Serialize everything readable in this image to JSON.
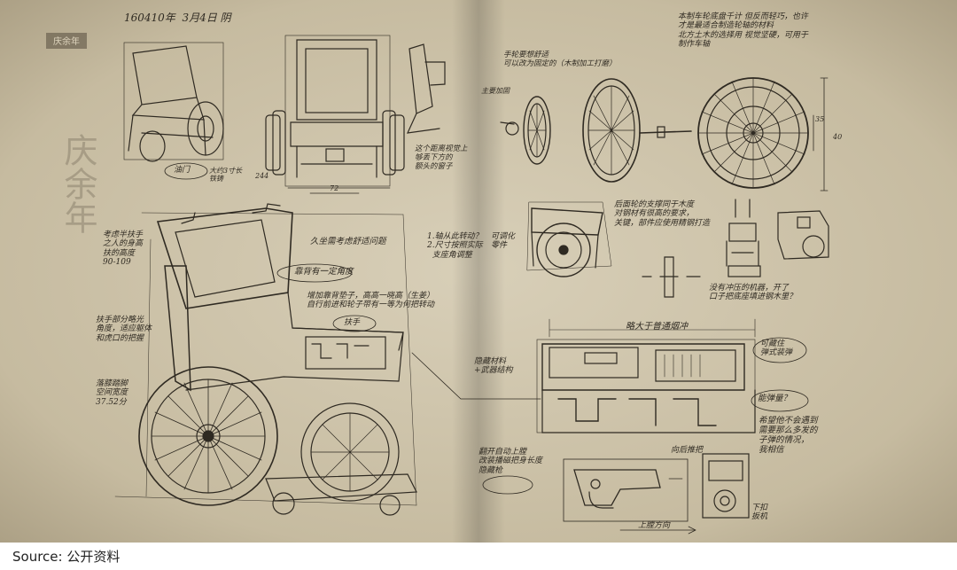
{
  "image": {
    "paper_color": "#c9bfa6",
    "ink_color": "#2f2a22",
    "seal_text": "庆余年",
    "watermark_text": "庆余年"
  },
  "notes": {
    "date": "160410年  3月4日 阴",
    "dim_244": "244",
    "dim_72": "72",
    "left_lever": "油门",
    "left_lever_note": "大约3寸长\n铁铸",
    "back_bar": "这个距离视觉上\n够丢下方的\n额头的窗子",
    "armrest_height": "考虑半扶手\n之人的身高\n扶的高度\n90-109",
    "armrest_curve": "扶手部分略光\n角度，适应躯体\n和虎口的把握",
    "knee_curve": "落膝踏脚\n空间宽度\n37.52分",
    "seat_comfort": "久坐需考虑舒适问题",
    "back_angle": "靠背有一定角度",
    "add_backrest": "增加靠背垫子，高高一晓高（生姜）\n自行前进和轮子带有一等为何把转动",
    "armrest_label": "扶手",
    "wood_list": "1.轴从此转动？\n2.尺寸按照实际\n  支座角调整",
    "hidden_compartment": "可调化\n零件",
    "barrel_material": "隐藏材料\n+武器结构",
    "bearings_note": "手轮要想舒适\n可以改为固定的（木制加工打磨）",
    "bearing_label": "主要加固",
    "wheel_top_note": "本制车轮底盘千计 但反而轻巧，也许\n才是最适合制造轮轴的材料\n北方土木的选择用 视觉坚硬，可用于\n制作车轴",
    "dim_35": "35",
    "dim_40": "40",
    "gear_right": "后面轮的支撑同于木度\n对钢材有很高的要求，\n关键，部件应使用精钢打造",
    "brake_note": "没有冲压的机器，开了\n口子把底座填进钢木里？",
    "barrel_width": "略大于普通烟冲",
    "hide_1": "可藏住\n弹式装弹",
    "ammo": "能弹量？",
    "fear_note": "希望他不会遇到\n需要那么多发的\n子弹的情况，\n我相信",
    "trigger_note": "翻开自动上膛\n改装播磁把身长度\n隐藏枪",
    "wind_up": "向后推把",
    "lower_pull": "下扣\n扳机",
    "up_arrow": "上膛方向"
  },
  "caption": {
    "label": "Source:",
    "text": "公开资料"
  }
}
